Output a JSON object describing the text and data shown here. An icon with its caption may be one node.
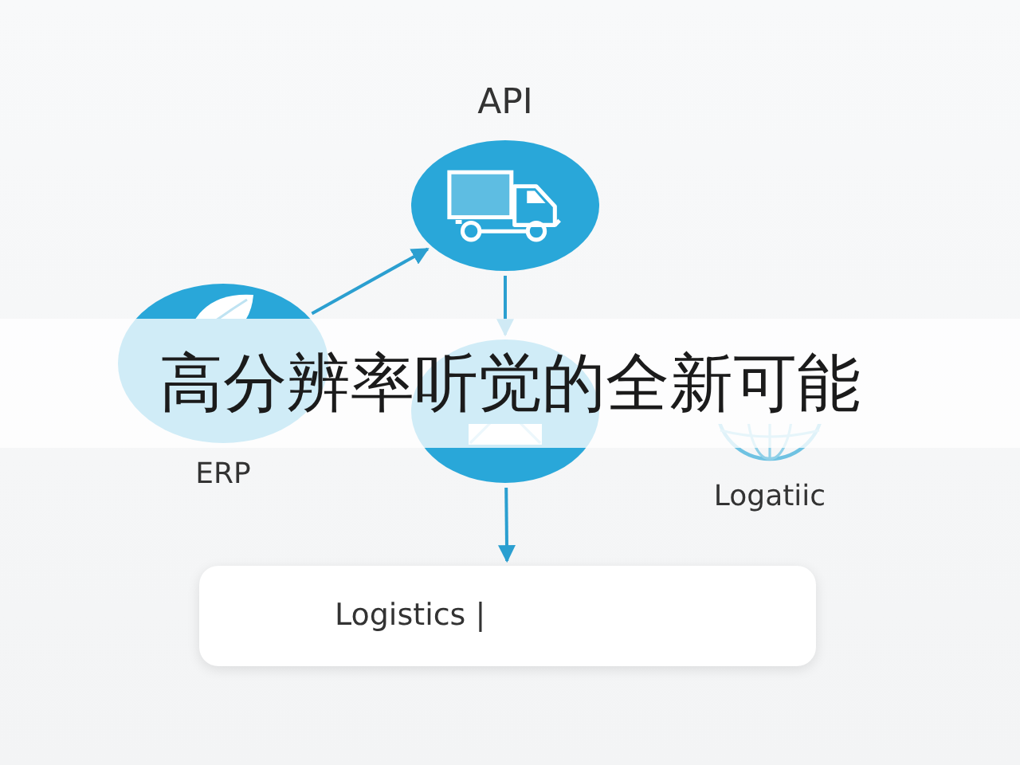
{
  "diagram": {
    "nodes": [
      {
        "text": [
          "API"
        ]
      },
      {
        "text": [
          "ERP"
        ]
      },
      {
        "text": [],
        "shape": "circle"
      },
      {
        "text": [
          "Logatiic"
        ]
      },
      {
        "text": [
          "Logistics |"
        ]
      }
    ],
    "edges": [
      {
        "from": 1,
        "to": 0,
        "arrow": "to"
      },
      {
        "from": 0,
        "to": 2,
        "arrow": "to"
      },
      {
        "from": 2,
        "to": 4,
        "arrow": "to"
      }
    ],
    "labels": [
      "高分辨率听觉的全新可能"
    ]
  }
}
